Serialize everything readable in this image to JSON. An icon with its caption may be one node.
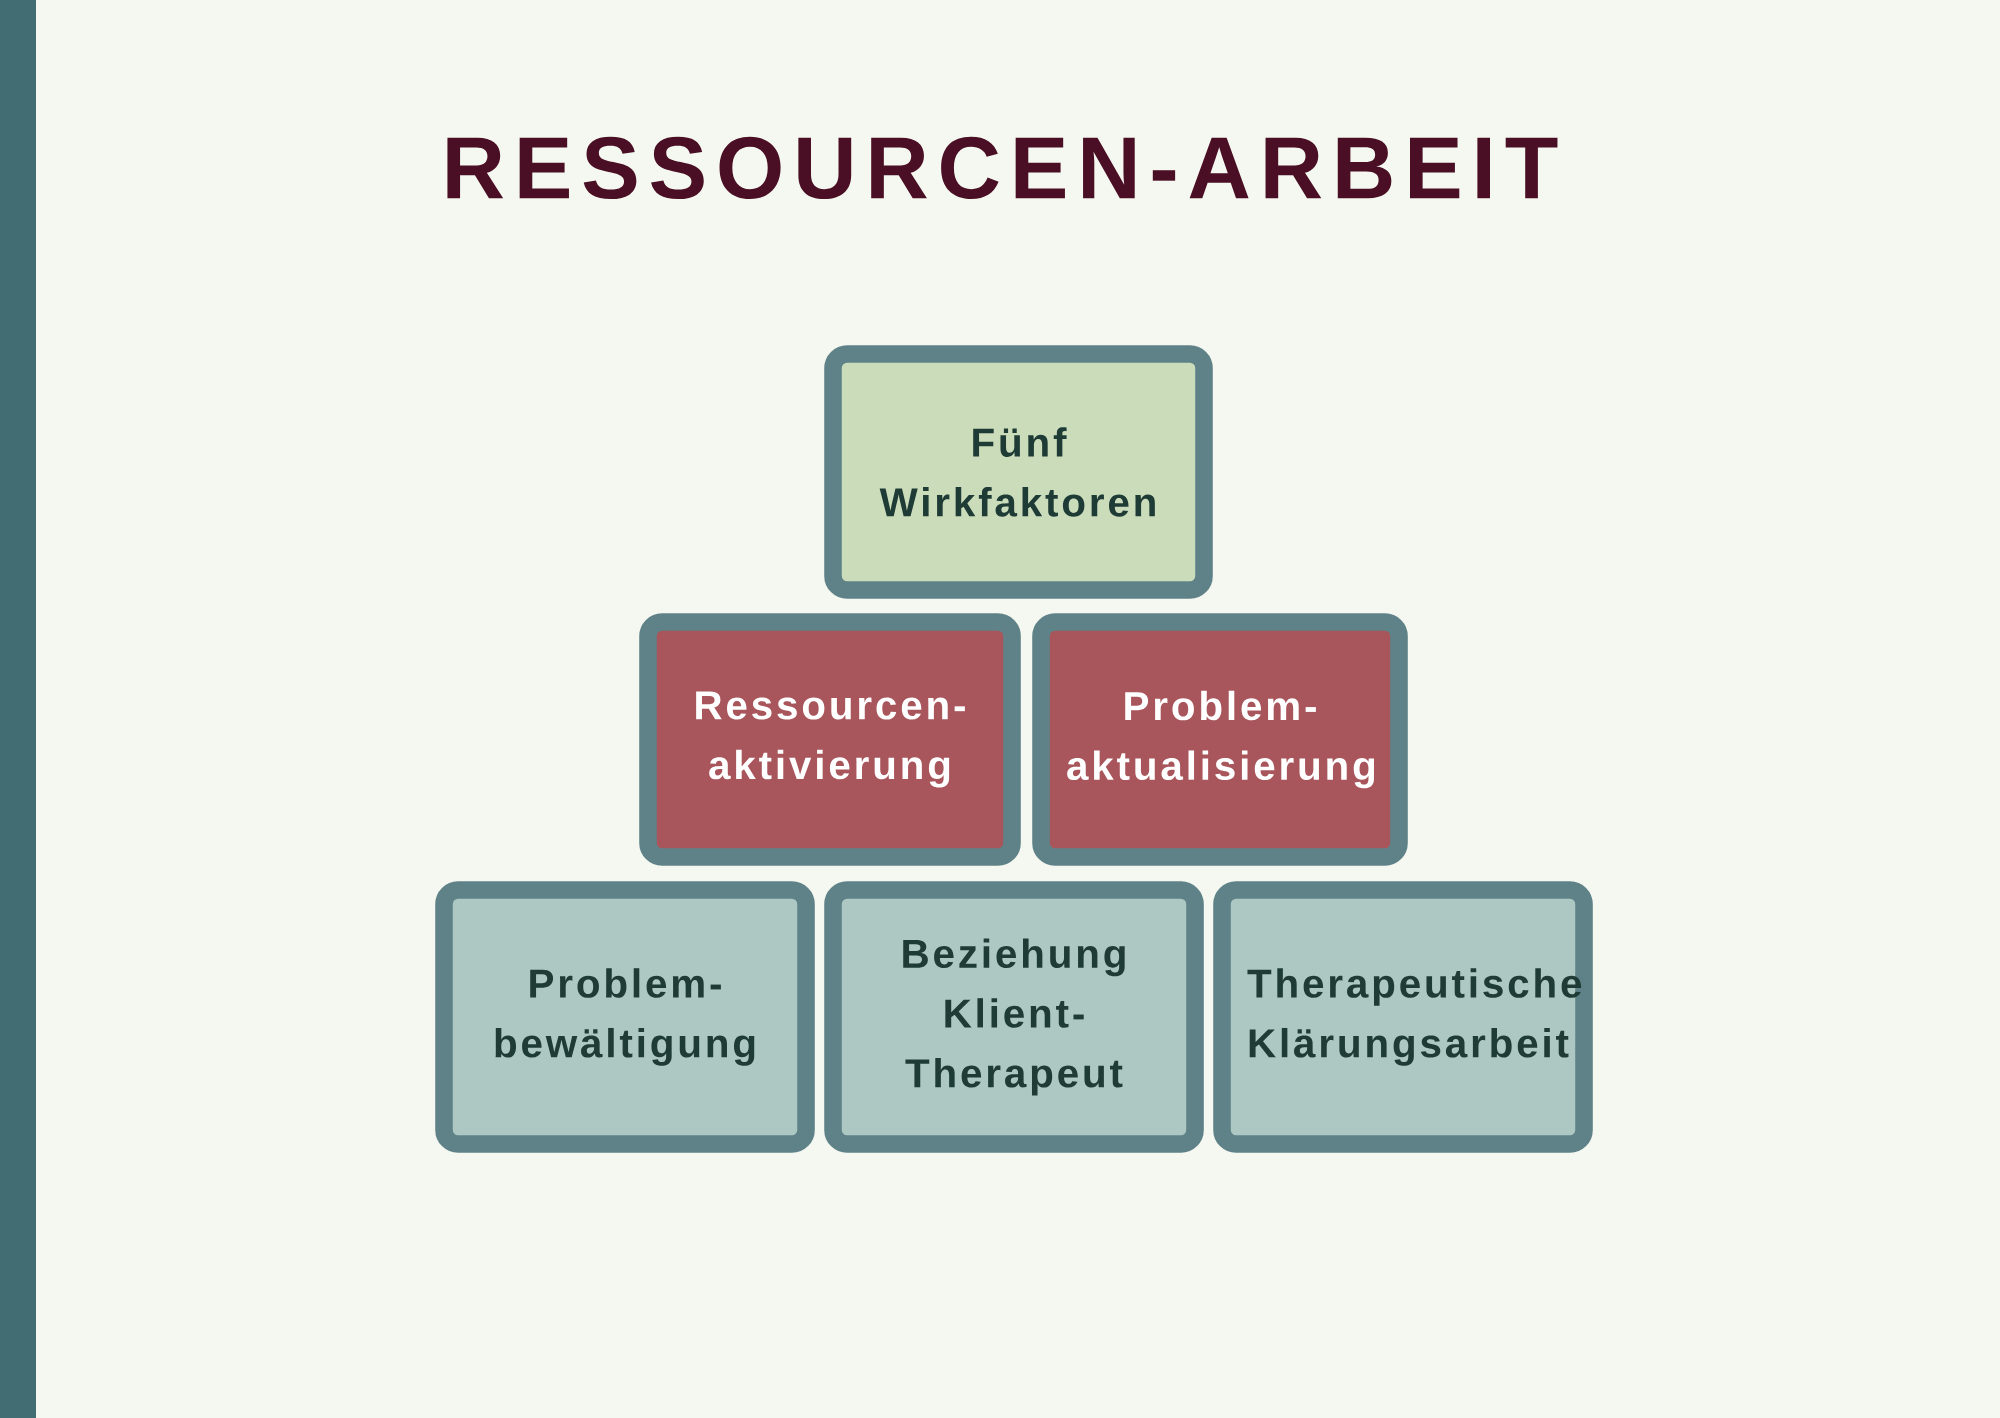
{
  "diagram": {
    "title": "RESSOURCEN-ARBEIT",
    "nodes": [
      {
        "text": [
          "Fünf Wirkfaktoren"
        ]
      },
      {
        "text": [
          "Ressourcen- aktivierung"
        ]
      },
      {
        "text": [
          "Problem- aktualisierung"
        ]
      },
      {
        "text": [
          "Problem- bewältigung"
        ]
      },
      {
        "text": [
          "Beziehung Klient- Therapeut"
        ]
      },
      {
        "text": [
          "Therapeutische Klärungsarbeit"
        ]
      }
    ]
  }
}
